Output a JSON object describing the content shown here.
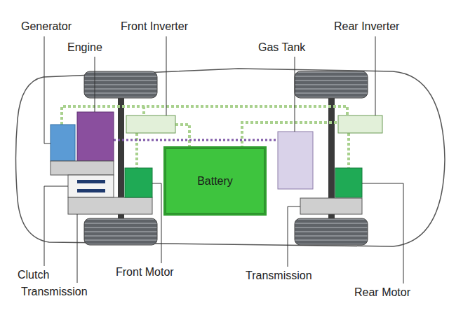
{
  "diagram": {
    "nodes": [
      {
        "text": [
          "Battery"
        ]
      }
    ],
    "labels": [
      "Generator",
      "Engine",
      "Front Inverter",
      "Gas Tank",
      "Rear Inverter",
      "Clutch",
      "Transmission",
      "Front Motor",
      "Transmission",
      "Rear Motor"
    ]
  }
}
